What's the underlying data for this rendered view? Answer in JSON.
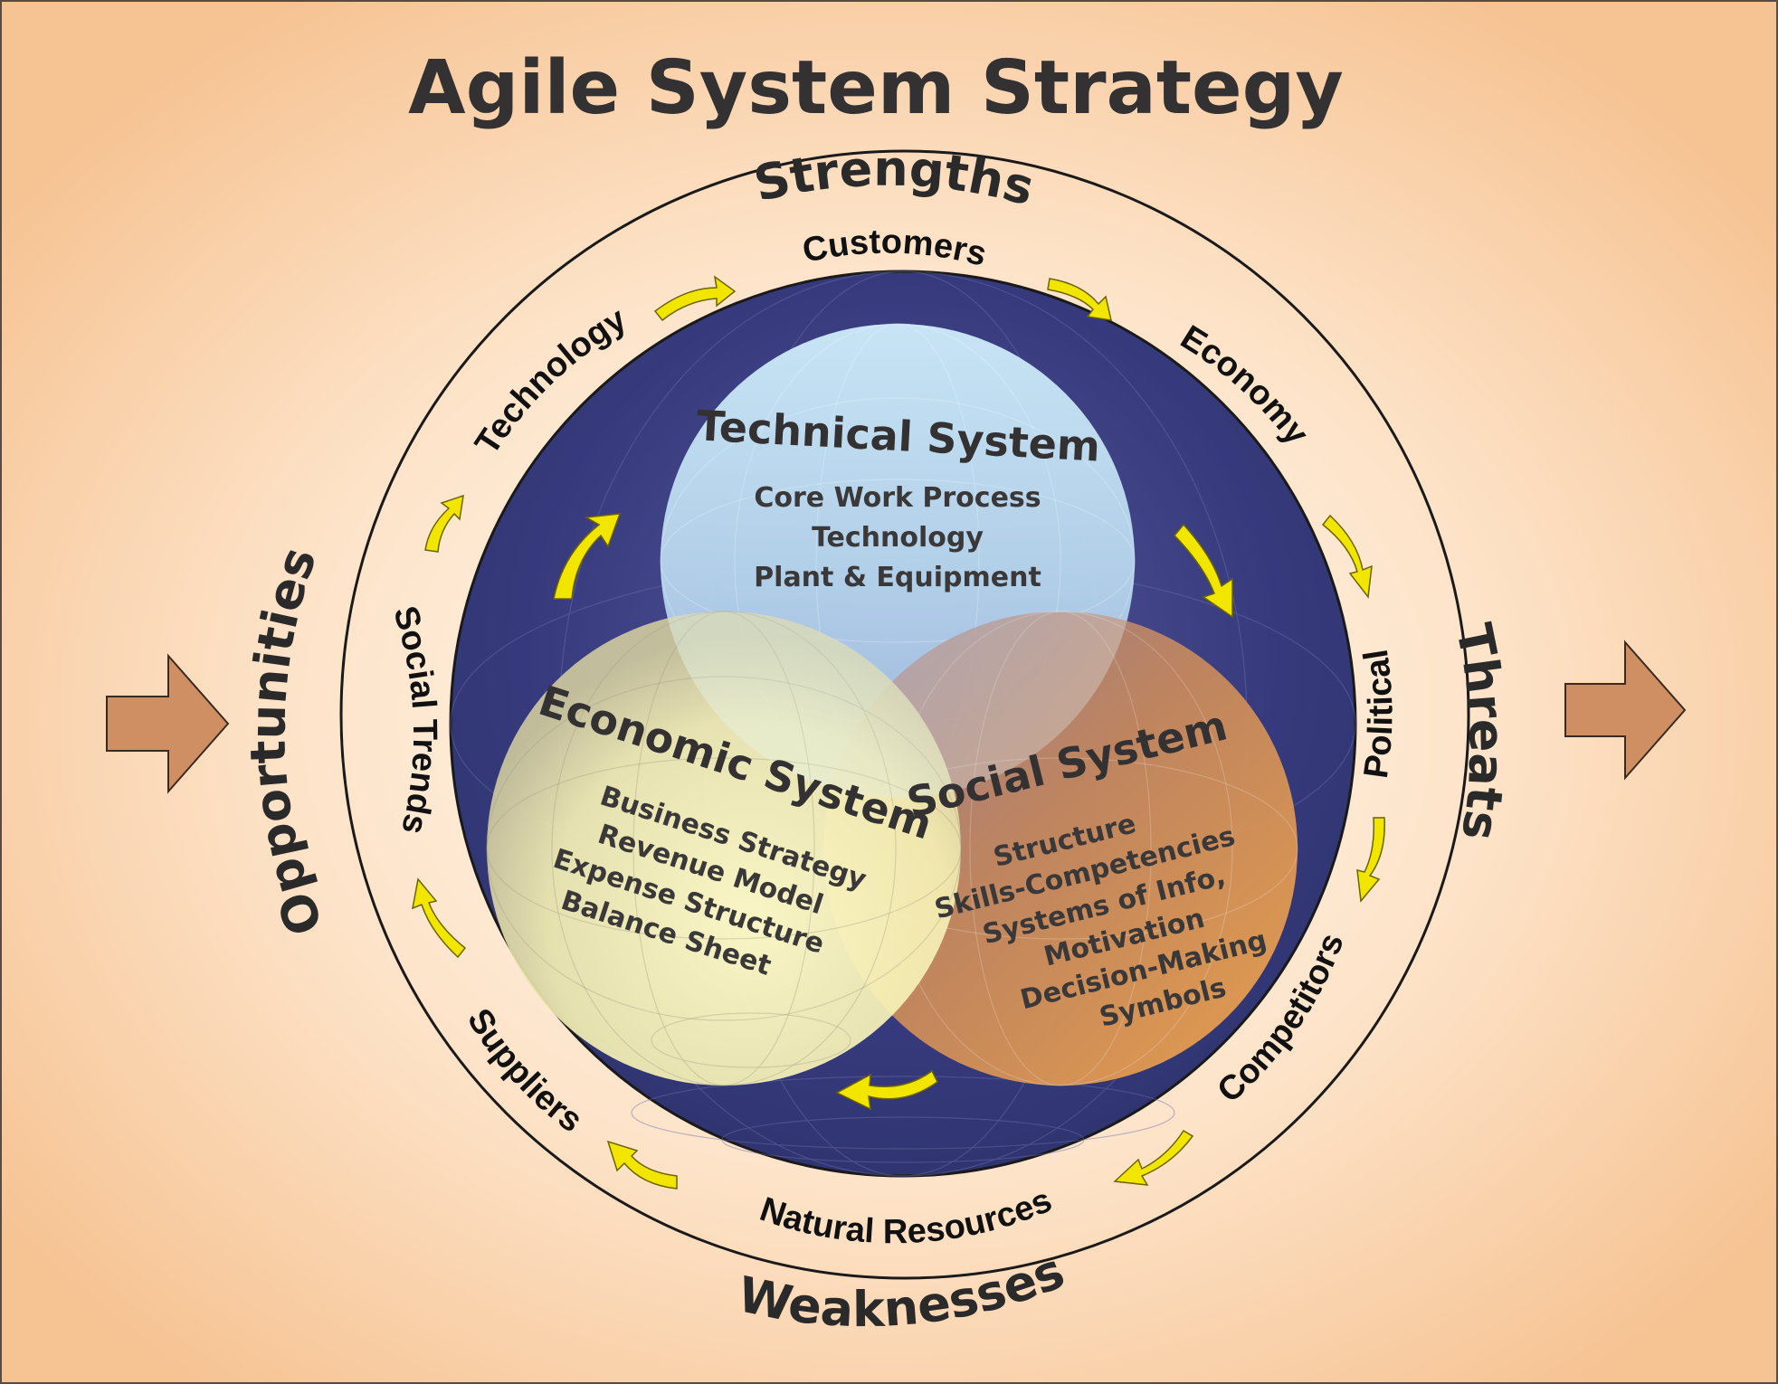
{
  "title": "Agile System Strategy",
  "swot": {
    "strengths": "Strengths",
    "weaknesses": "Weaknesses",
    "opportunities": "Opportunities",
    "threats": "Threats"
  },
  "ring_labels": {
    "customers": "Customers",
    "economy": "Economy",
    "political": "Political",
    "competitors": "Competitors",
    "natural_resources": "Natural Resources",
    "suppliers": "Suppliers",
    "social_trends": "Social Trends",
    "technology": "Technology"
  },
  "systems": {
    "technical": {
      "title": "Technical System",
      "items": [
        "Core Work Process",
        "Technology",
        "Plant & Equipment"
      ]
    },
    "economic": {
      "title": "Economic System",
      "items": [
        "Business Strategy",
        "Revenue Model",
        "Expense Structure",
        "Balance Sheet"
      ]
    },
    "social": {
      "title": "Social System",
      "items": [
        "Structure",
        "Skills-Competencies",
        "Systems of Info,",
        "Motivation",
        "Decision-Making",
        "Symbols"
      ]
    }
  },
  "colors": {
    "background_edge": "#f6c89a",
    "background_center": "#fff3e6",
    "inner_circle": "#333a78",
    "technical": "#bfe0f5",
    "economic": "#fdf6b8",
    "social": "#e69b58",
    "arrow": "#f2e600",
    "side_arrow": "#cf8f63"
  }
}
